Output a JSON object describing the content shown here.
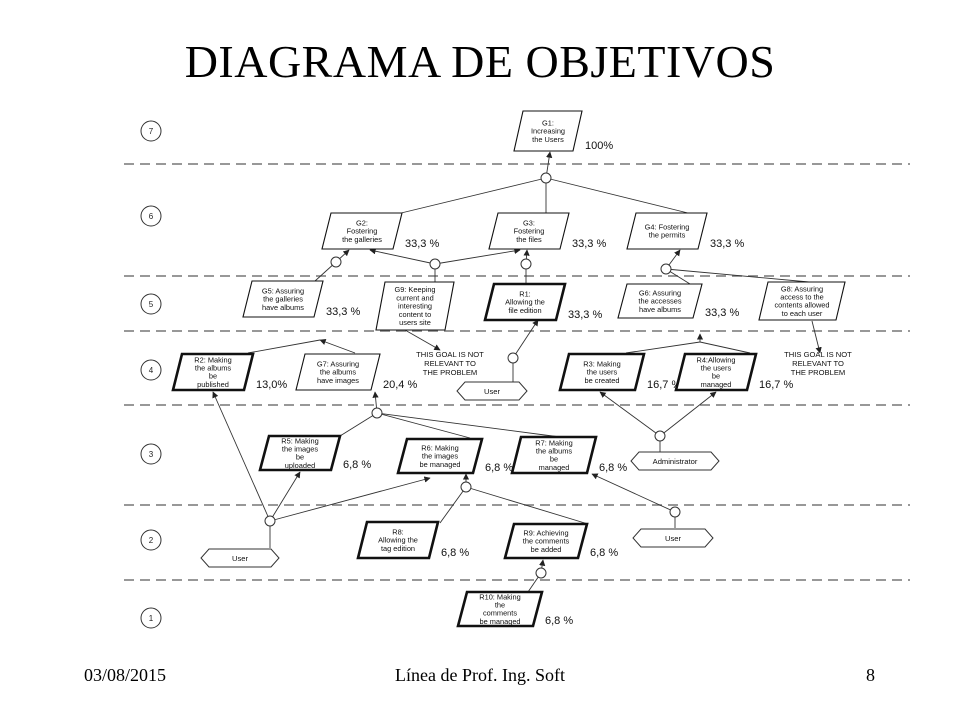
{
  "slide": {
    "title": "DIAGRAMA DE OBJETIVOS",
    "footer_date": "03/08/2015",
    "footer_center": "Línea de Prof. Ing. Soft",
    "page_number": "8"
  },
  "levels": [
    "7",
    "6",
    "5",
    "4",
    "3",
    "2",
    "1"
  ],
  "nodes": [
    {
      "id": "G1",
      "lines": [
        "G1:",
        "Increasing",
        "the Users"
      ],
      "pct": "100%",
      "bold": false
    },
    {
      "id": "G2",
      "lines": [
        "G2:",
        "Fostering",
        "the galleries"
      ],
      "pct": "33,3 %",
      "bold": false
    },
    {
      "id": "G3",
      "lines": [
        "G3:",
        "Fostering",
        "the files"
      ],
      "pct": "33,3 %",
      "bold": false
    },
    {
      "id": "G4",
      "lines": [
        "G4: Fostering",
        "the permits"
      ],
      "pct": "33,3 %",
      "bold": false
    },
    {
      "id": "G5",
      "lines": [
        "G5: Assuring",
        "the galleries",
        "have albums"
      ],
      "pct": "33,3 %",
      "bold": false
    },
    {
      "id": "G9",
      "lines": [
        "G9: Keeping",
        "current and",
        "interesting",
        "content to",
        "users site"
      ],
      "pct": "",
      "bold": false
    },
    {
      "id": "R1",
      "lines": [
        "R1:",
        "Allowing the",
        "file edition"
      ],
      "pct": "33,3 %",
      "bold": true
    },
    {
      "id": "G6",
      "lines": [
        "G6: Assuring",
        "the accesses",
        "have albums"
      ],
      "pct": "33,3 %",
      "bold": false
    },
    {
      "id": "G8",
      "lines": [
        "G8: Assuring",
        "access to the",
        "contents allowed",
        "to each user"
      ],
      "pct": "",
      "bold": false
    },
    {
      "id": "R2",
      "lines": [
        "R2: Making",
        "the albums",
        "be",
        "published"
      ],
      "pct": "13,0%",
      "bold": true
    },
    {
      "id": "G7",
      "lines": [
        "G7: Assuring",
        "the albums",
        "have images"
      ],
      "pct": "20,4 %",
      "bold": false
    },
    {
      "id": "R3",
      "lines": [
        "R3: Making",
        "the users",
        "be created"
      ],
      "pct": "16,7 %",
      "bold": true
    },
    {
      "id": "R4",
      "lines": [
        "R4:Allowing",
        "the users",
        "be",
        "managed"
      ],
      "pct": "16,7 %",
      "bold": true
    },
    {
      "id": "R5",
      "lines": [
        "R5: Making",
        "the images",
        "be",
        "uploaded"
      ],
      "pct": "6,8 %",
      "bold": true
    },
    {
      "id": "R6",
      "lines": [
        "R6: Making",
        "the images",
        "be managed"
      ],
      "pct": "6,8 %",
      "bold": true
    },
    {
      "id": "R7",
      "lines": [
        "R7: Making",
        "the albums",
        "be",
        "managed"
      ],
      "pct": "6,8 %",
      "bold": true
    },
    {
      "id": "R8",
      "lines": [
        "R8:",
        "Allowing the",
        "tag edition"
      ],
      "pct": "6,8 %",
      "bold": true
    },
    {
      "id": "R9",
      "lines": [
        "R9: Achieving",
        "the comments",
        "be added"
      ],
      "pct": "6,8 %",
      "bold": true
    },
    {
      "id": "R10",
      "lines": [
        "R10: Making",
        "the",
        "comments",
        "be managed"
      ],
      "pct": "6,8 %",
      "bold": true
    }
  ],
  "agents": [
    {
      "id": "user_l4",
      "label": "User"
    },
    {
      "id": "admin",
      "label": "Administrator"
    },
    {
      "id": "user_l2",
      "label": "User"
    },
    {
      "id": "user_r2",
      "label": "User"
    }
  ],
  "notes": [
    {
      "id": "note_g9",
      "lines": [
        "THIS GOAL IS NOT",
        "RELEVANT TO",
        "THE PROBLEM"
      ]
    },
    {
      "id": "note_g8",
      "lines": [
        "THIS GOAL IS NOT",
        "RELEVANT TO",
        "THE PROBLEM"
      ]
    }
  ]
}
